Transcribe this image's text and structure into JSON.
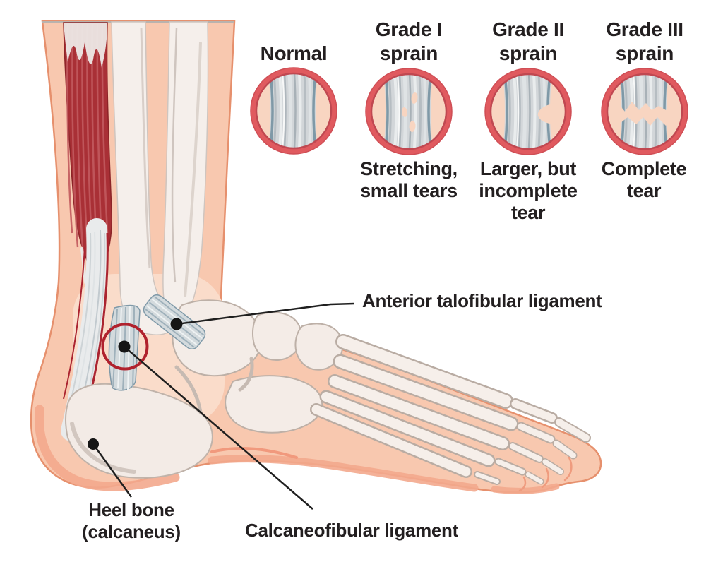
{
  "insets": [
    {
      "label": "Normal",
      "caption": ""
    },
    {
      "label": "Grade I\nsprain",
      "caption": "Stretching,\nsmall tears"
    },
    {
      "label": "Grade II\nsprain",
      "caption": "Larger, but\nincomplete\ntear"
    },
    {
      "label": "Grade III\nsprain",
      "caption": "Complete\ntear"
    }
  ],
  "annotations": {
    "anterior_talofibular": "Anterior talofibular ligament",
    "calcaneofibular": "Calcaneofibular ligament",
    "heel_bone": "Heel bone\n(calcaneus)"
  },
  "colors": {
    "inset_ring": "#e05a5f",
    "inset_rim": "#c04851",
    "inset_interior": "#f8d5c1",
    "ligament_fiber": "#d2d6d9",
    "ligament_fiber_edge": "#7f99a7",
    "skin": "#f8c8af",
    "skin_outline": "#e6906d",
    "sole_shadow": "#f3a98d",
    "muscle": "#a93036",
    "bone": "#f4ece7",
    "bone_outline": "#b9aca3",
    "highlight_circle": "#b0212d",
    "leader_line": "#1f1f1f",
    "label_text": "#231f20"
  }
}
